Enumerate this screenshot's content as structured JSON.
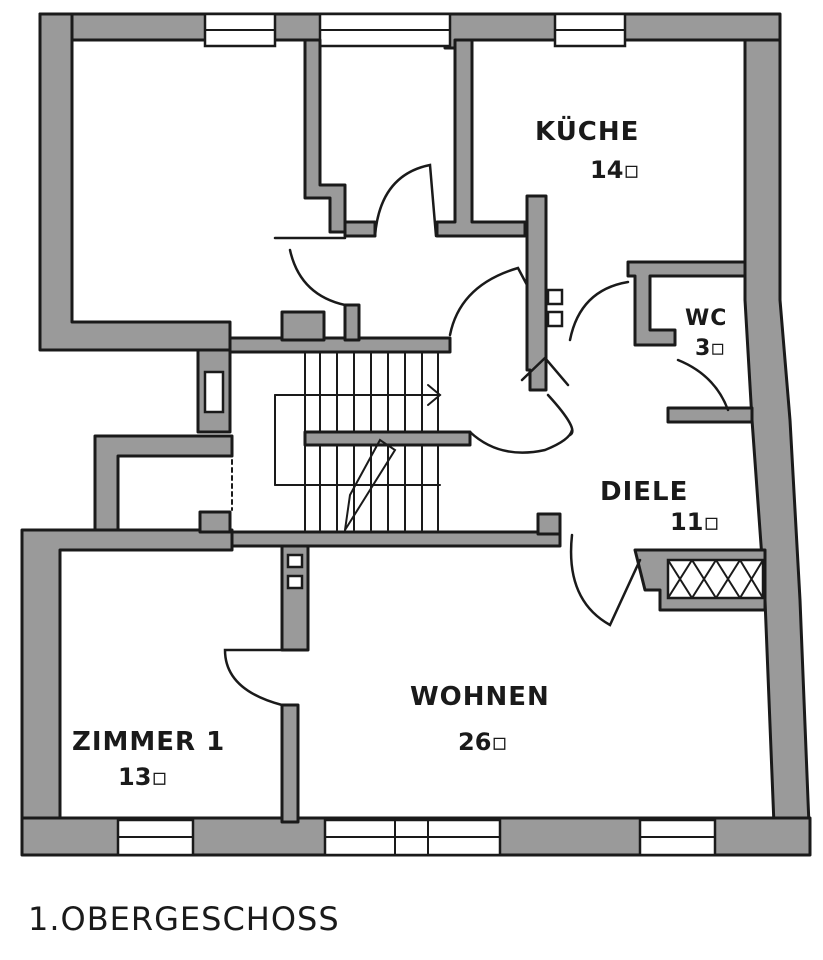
{
  "rooms": {
    "kueche": {
      "name": "KÜCHE",
      "area": "14▫"
    },
    "wc": {
      "name": "WC",
      "area": "3▫"
    },
    "diele": {
      "name": "DIELE",
      "area": "11▫"
    },
    "wohnen": {
      "name": "WOHNEN",
      "area": "26▫"
    },
    "zimmer1": {
      "name": "ZIMMER 1",
      "area": "13▫"
    }
  },
  "caption": "1.OBERGESCHOSS"
}
